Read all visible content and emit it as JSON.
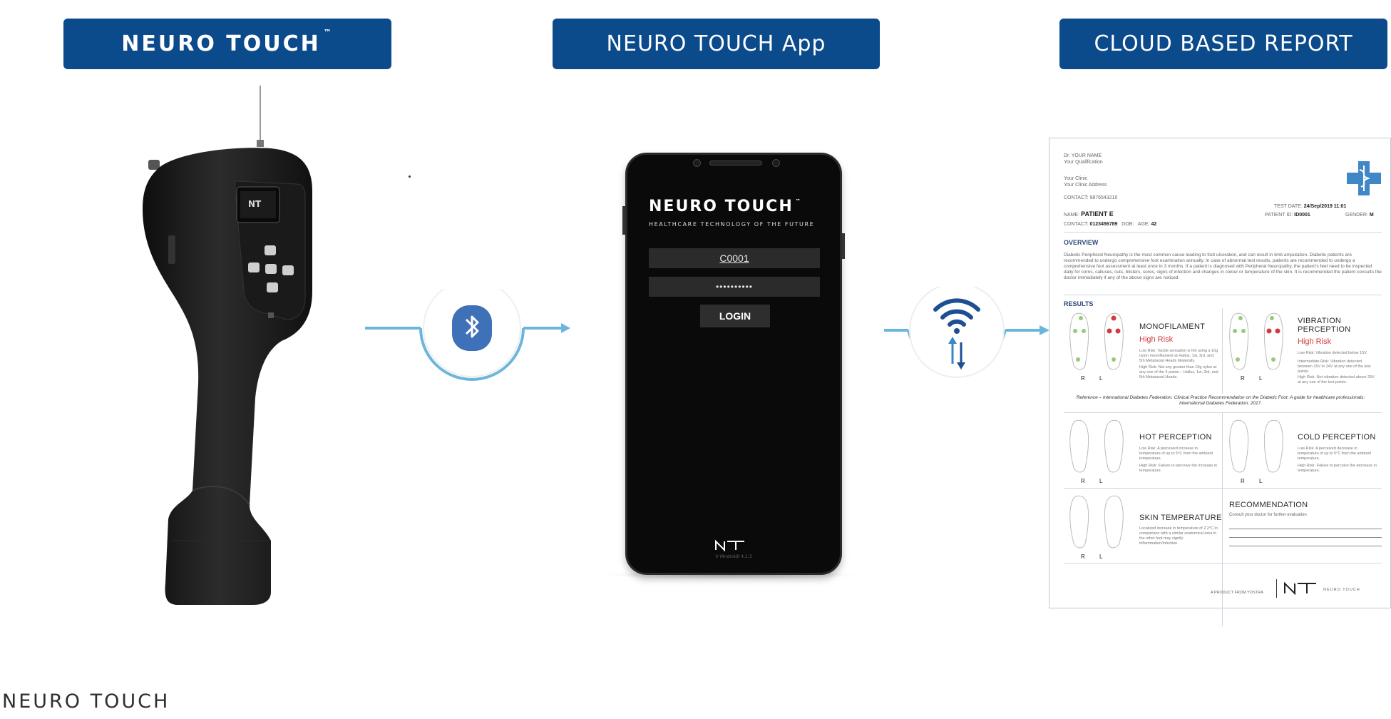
{
  "headers": {
    "device": "NEURO TOUCH",
    "device_tm": "™",
    "app": "NEURO TOUCH App",
    "report": "CLOUD BASED REPORT"
  },
  "device": {
    "screen_logo": "NT"
  },
  "icons": {
    "link1": "bluetooth-icon",
    "link2": "wifi-sync-icon"
  },
  "colors": {
    "header_bg": "#0b4a8b",
    "connector": "#6cb6dd",
    "bluetooth": "#3f71b8",
    "wifi": "#1d4f91",
    "risk": "#d23b3b"
  },
  "phone": {
    "brand": "NEURO TOUCH",
    "brand_tm": "™",
    "tagline": "HEALTHCARE TECHNOLOGY OF THE FUTURE",
    "username": "C0001",
    "password": "••••••••••",
    "login_label": "LOGIN",
    "footer_logo": "NT",
    "version": "V (Android) 4.1.3"
  },
  "report": {
    "doctor_name": "Dr. YOUR NAME",
    "qualification": "Your Qualification",
    "clinic": "Your Clinic",
    "clinic_address": "Your Clinic Address",
    "contact_label": "CONTACT:",
    "contact": "9876543210",
    "test_date_label": "TEST DATE:",
    "test_date": "24/Sep/2019 11:01",
    "name_label": "NAME:",
    "patient_name": "PATIENT E",
    "patient_id_label": "PATIENT ID:",
    "patient_id": "ID0001",
    "gender_label": "GENDER:",
    "gender": "M",
    "patient_contact_label": "CONTACT:",
    "patient_contact": "0123456789",
    "dob_label": "DOB:",
    "age_label": "AGE:",
    "age": "42",
    "overview_heading": "OVERVIEW",
    "overview_text": "Diabetic Peripheral Neuropathy is the most common cause leading to foot ulceration, and can result in limb amputation. Diabetic patients are recommended to undergo comprehensive foot examination annually. In case of abnormal test results, patients are recommended to undergo a comprehensive foot assessment at least once in 3 months. If a patient is diagnosed with Peripheral Neuropathy, the patient's feet need to be inspected daily for corns, calluses, cuts, blisters, sores, signs of infection and changes in colour or temperature of the skin. It is recommended the patient consults the doctor immediately if any of the above signs are noticed.",
    "results_heading": "RESULTS",
    "monofilament_title": "MONOFILAMENT",
    "monofilament_risk": "High Risk",
    "monofilament_low": "Low Risk: Tactile sensation is felt using a 10g nylon monofilament at Hallux, 1st, 3rd, and 5th Metatarsal Heads bilaterally.",
    "monofilament_high": "High Risk: Not any greater than 10g nylon at any one of the 4 points – Hallux, 1st, 3rd, and 5th Metatarsal Heads.",
    "vibration_title_1": "VIBRATION",
    "vibration_title_2": "PERCEPTION",
    "vibration_risk": "High Risk",
    "vibration_low": "Low Risk: Vibration detected below 15V.",
    "vibration_intermediate": "Intermediate Risk: Vibration detected between 16V to 24V at any one of the test points.",
    "vibration_high": "High Risk: Not vibration detected above 25V at any one of the test points.",
    "reference": "Reference – International Diabetes Federation. Clinical Practice Recommendation on the Diabetic Foot: A guide for healthcare professionals: International Diabetes Federation, 2017.",
    "hot_title": "HOT PERCEPTION",
    "hot_low": "Low Risk: A perceived increase in temperature of up to 5°C from the ambient temperature.",
    "hot_high": "High Risk: Failure to perceive the increase in temperature.",
    "cold_title": "COLD PERCEPTION",
    "cold_low": "Low Risk: A perceived decrease in temperature of up to 5°C from the ambient temperature.",
    "cold_high": "High Risk: Failure to perceive the decrease in temperature.",
    "skin_title": "SKIN TEMPERATURE",
    "skin_note": "Localized increase in temperature of 2.2°C in comparison with a similar anatomical area in the other foot may signify inflammation/infection.",
    "recommendation_title": "RECOMMENDATION",
    "recommendation_text": "Consult your doctor for further evaluation",
    "foot_label_r": "R",
    "foot_label_l": "L",
    "product_from": "A PRODUCT FROM YOSTRA",
    "footer_logo": "NT",
    "footer_brand": "NEURO TOUCH"
  },
  "footer": {
    "brand": "NEURO TOUCH"
  }
}
